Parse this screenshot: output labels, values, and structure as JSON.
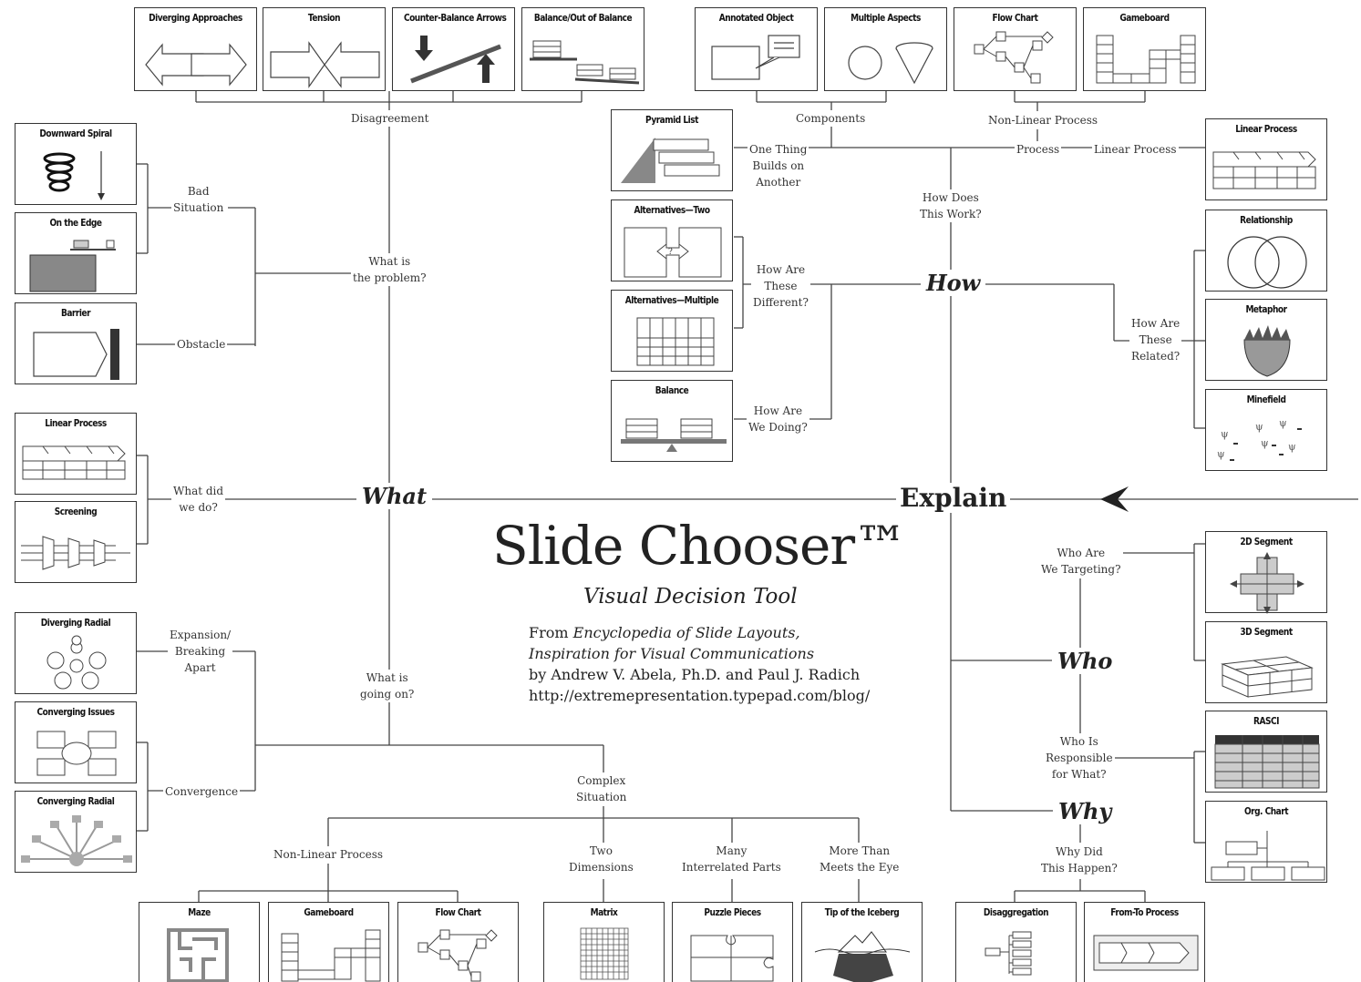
{
  "title": "Slide Chooser™",
  "subtitle": "Visual Decision Tool",
  "credits": {
    "from": "From",
    "book": "Encyclopedia of Slide Layouts,",
    "book2": "Inspiration for Visual Communications",
    "authors": "by Andrew V. Abela, Ph.D. and Paul J. Radich",
    "url": "http://extremepresentation.typepad.com/blog/"
  },
  "hubs": {
    "explain": "Explain",
    "what": "What",
    "how": "How",
    "who": "Who",
    "why": "Why"
  },
  "questions": {
    "what_problem": "What is\nthe problem?",
    "what_did": "What did\nwe do?",
    "what_going_on": "What is\ngoing on?",
    "how_work": "How Does\nThis Work?",
    "how_different": "How Are\nThese\nDifferent?",
    "how_doing": "How Are\nWe Doing?",
    "how_related": "How Are\nThese\nRelated?",
    "who_targeting": "Who Are\nWe Targeting?",
    "who_responsible": "Who Is\nResponsible\nfor What?",
    "why_happen": "Why Did\nThis Happen?"
  },
  "categories": {
    "disagreement": "Disagreement",
    "bad_situation": "Bad\nSituation",
    "obstacle": "Obstacle",
    "expansion": "Expansion/\nBreaking\nApart",
    "convergence": "Convergence",
    "complex": "Complex\nSituation",
    "nonlinear_bottom": "Non-Linear Process",
    "two_dimensions": "Two\nDimensions",
    "many_parts": "Many\nInterrelated Parts",
    "more_than": "More Than\nMeets the Eye",
    "components": "Components",
    "nonlinear_top": "Non-Linear Process",
    "process": "Process",
    "linear_process": "Linear Process",
    "one_thing": "One Thing\nBuilds on\nAnother"
  },
  "boxes": {
    "diverging_approaches": "Diverging Approaches",
    "tension": "Tension",
    "counter_balance": "Counter-Balance Arrows",
    "balance_out": "Balance/Out of Balance",
    "annotated_object": "Annotated Object",
    "multiple_aspects": "Multiple Aspects",
    "flow_chart_top": "Flow Chart",
    "gameboard_top": "Gameboard",
    "downward_spiral": "Downward Spiral",
    "on_the_edge": "On the Edge",
    "barrier": "Barrier",
    "linear_process_left": "Linear Process",
    "screening": "Screening",
    "diverging_radial": "Diverging Radial",
    "converging_issues": "Converging Issues",
    "converging_radial": "Converging Radial",
    "pyramid_list": "Pyramid List",
    "alternatives_two": "Alternatives—Two",
    "alternatives_multiple": "Alternatives—Multiple",
    "balance": "Balance",
    "linear_process_right": "Linear Process",
    "relationship": "Relationship",
    "metaphor": "Metaphor",
    "minefield": "Minefield",
    "segment_2d": "2D Segment",
    "segment_3d": "3D Segment",
    "rasci": "RASCI",
    "org_chart": "Org. Chart",
    "maze": "Maze",
    "gameboard_bottom": "Gameboard",
    "flow_chart_bottom": "Flow Chart",
    "matrix": "Matrix",
    "puzzle_pieces": "Puzzle Pieces",
    "tip_iceberg": "Tip of the Iceberg",
    "disaggregation": "Disaggregation",
    "from_to": "From-To Process"
  }
}
